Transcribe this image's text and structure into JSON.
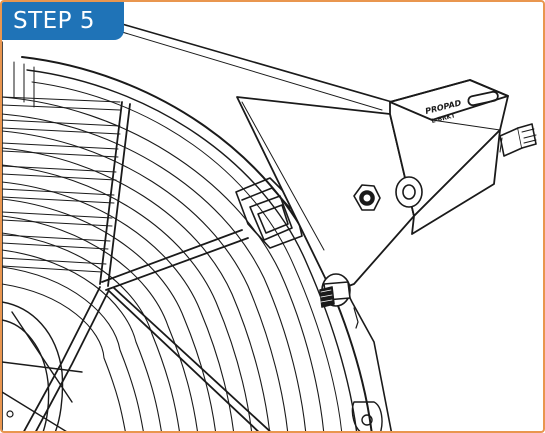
{
  "step_badge": {
    "label": "STEP 5"
  },
  "bracket_marking": {
    "line1": "PROPAD",
    "line2": "L-BRKT"
  },
  "colors": {
    "accent_border": "#e9964f",
    "badge_background": "#1f73b7",
    "badge_text": "#ffffff",
    "line_art": "#1a1a1a"
  }
}
